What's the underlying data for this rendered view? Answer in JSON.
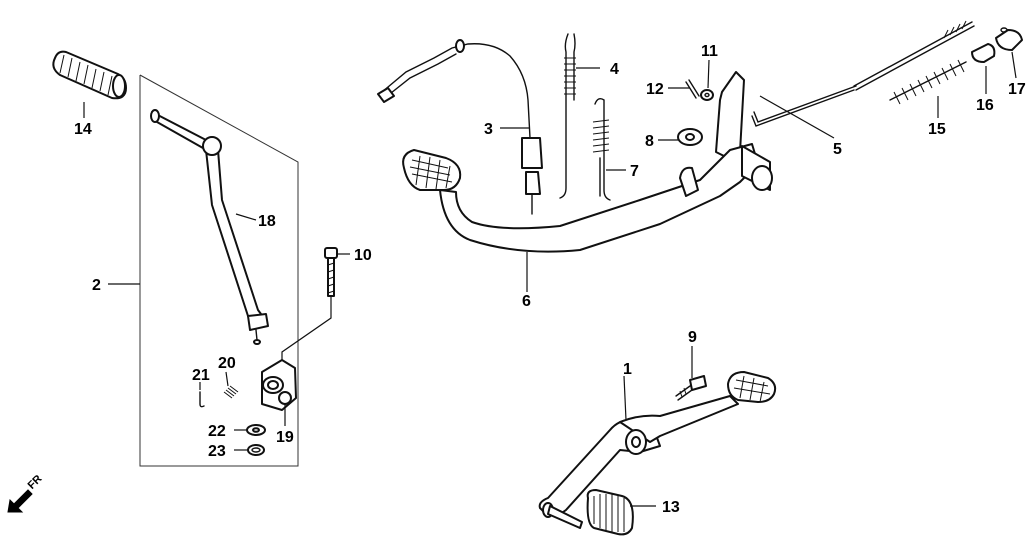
{
  "diagram": {
    "orientation_mark": "FR",
    "callouts": [
      {
        "id": "1",
        "text": "1"
      },
      {
        "id": "2",
        "text": "2"
      },
      {
        "id": "3",
        "text": "3"
      },
      {
        "id": "4",
        "text": "4"
      },
      {
        "id": "5",
        "text": "5"
      },
      {
        "id": "6",
        "text": "6"
      },
      {
        "id": "7",
        "text": "7"
      },
      {
        "id": "8",
        "text": "8"
      },
      {
        "id": "9",
        "text": "9"
      },
      {
        "id": "10",
        "text": "10"
      },
      {
        "id": "11",
        "text": "11"
      },
      {
        "id": "12",
        "text": "12"
      },
      {
        "id": "13",
        "text": "13"
      },
      {
        "id": "14",
        "text": "14"
      },
      {
        "id": "15",
        "text": "15"
      },
      {
        "id": "16",
        "text": "16"
      },
      {
        "id": "17",
        "text": "17"
      },
      {
        "id": "18",
        "text": "18"
      },
      {
        "id": "19",
        "text": "19"
      },
      {
        "id": "20",
        "text": "20"
      },
      {
        "id": "21",
        "text": "21"
      },
      {
        "id": "22",
        "text": "22"
      },
      {
        "id": "23",
        "text": "23"
      }
    ]
  }
}
